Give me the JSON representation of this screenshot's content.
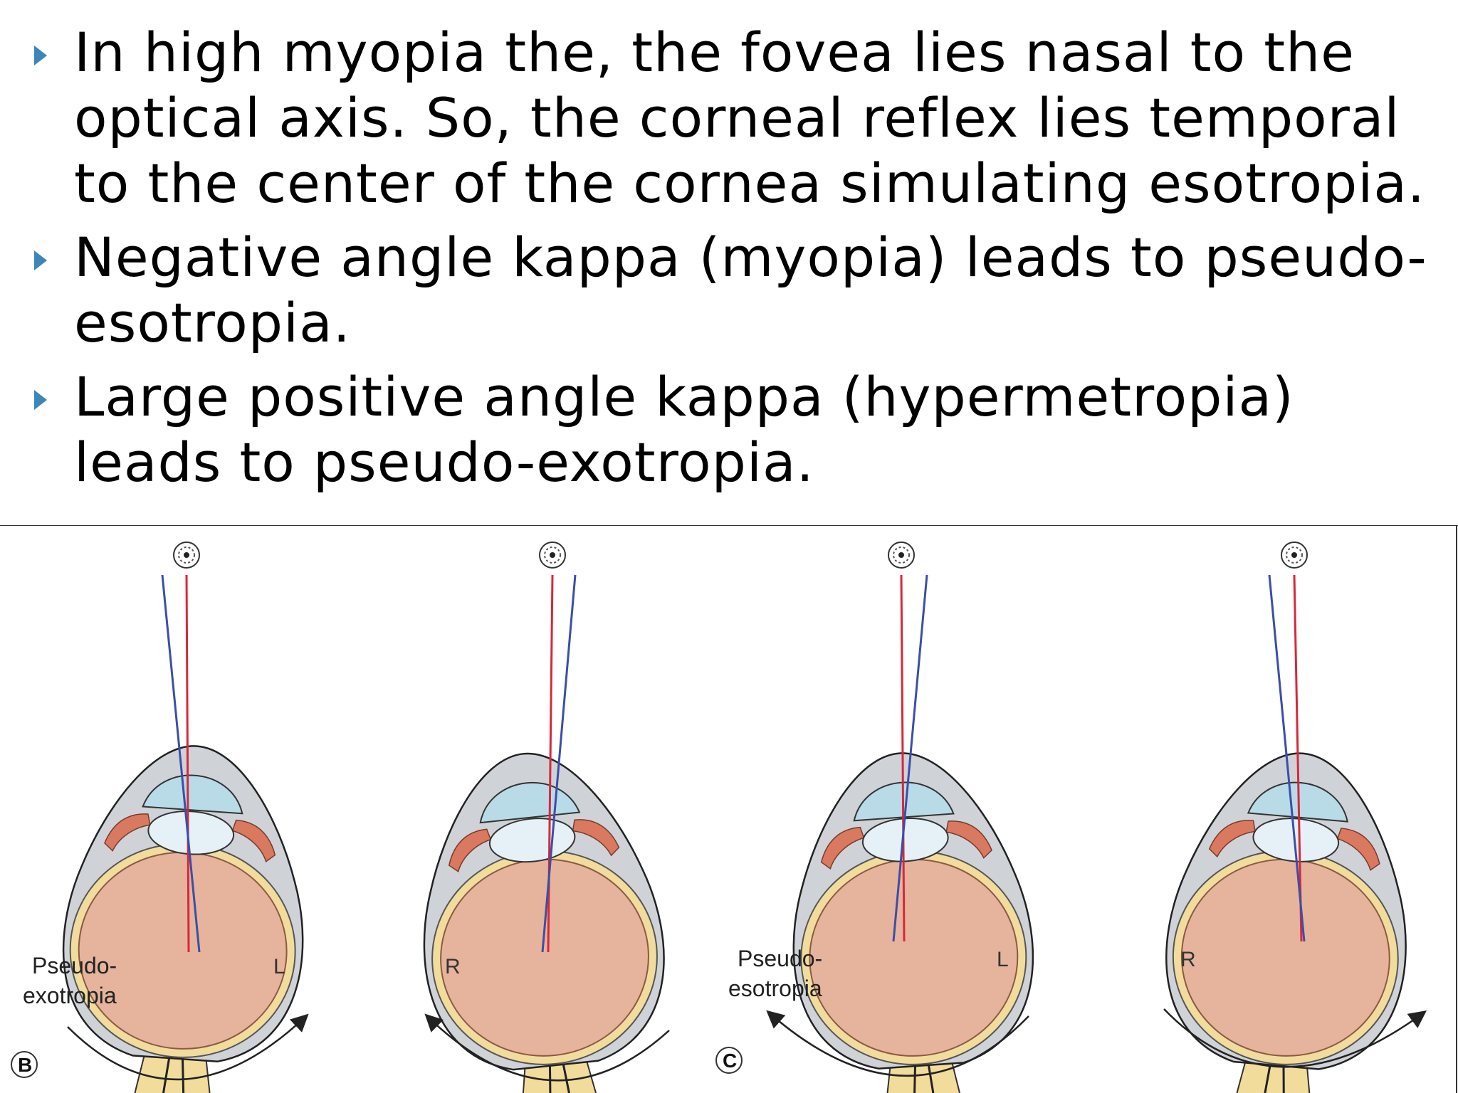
{
  "bullets": [
    "In high myopia the, the fovea lies nasal to the optical axis. So, the corneal reflex lies temporal to the center of the cornea simulating esotropia.",
    "Negative angle kappa (myopia) leads to pseudo-esotropia.",
    "Large positive angle kappa (hypermetropia) leads to pseudo-exotropia."
  ],
  "figure": {
    "panels": [
      {
        "letter": "B",
        "condition_line1": "Pseudo-",
        "condition_line2": "exotropia",
        "left_eye_label": "L",
        "right_eye_label": "R"
      },
      {
        "letter": "C",
        "condition_line1": "Pseudo-",
        "condition_line2": "esotropia",
        "left_eye_label": "L",
        "right_eye_label": "R"
      }
    ],
    "colors": {
      "visual_axis": "#d8283a",
      "pupillary_axis": "#3b4fa6",
      "globe": "#e6b49c",
      "cornea": "#b9dbe8",
      "sclera_outer": "#cfd3d8",
      "choroid": "#f2dc9c"
    },
    "icons": [
      "fixation-target-icon",
      "curved-arrow-icon"
    ]
  }
}
